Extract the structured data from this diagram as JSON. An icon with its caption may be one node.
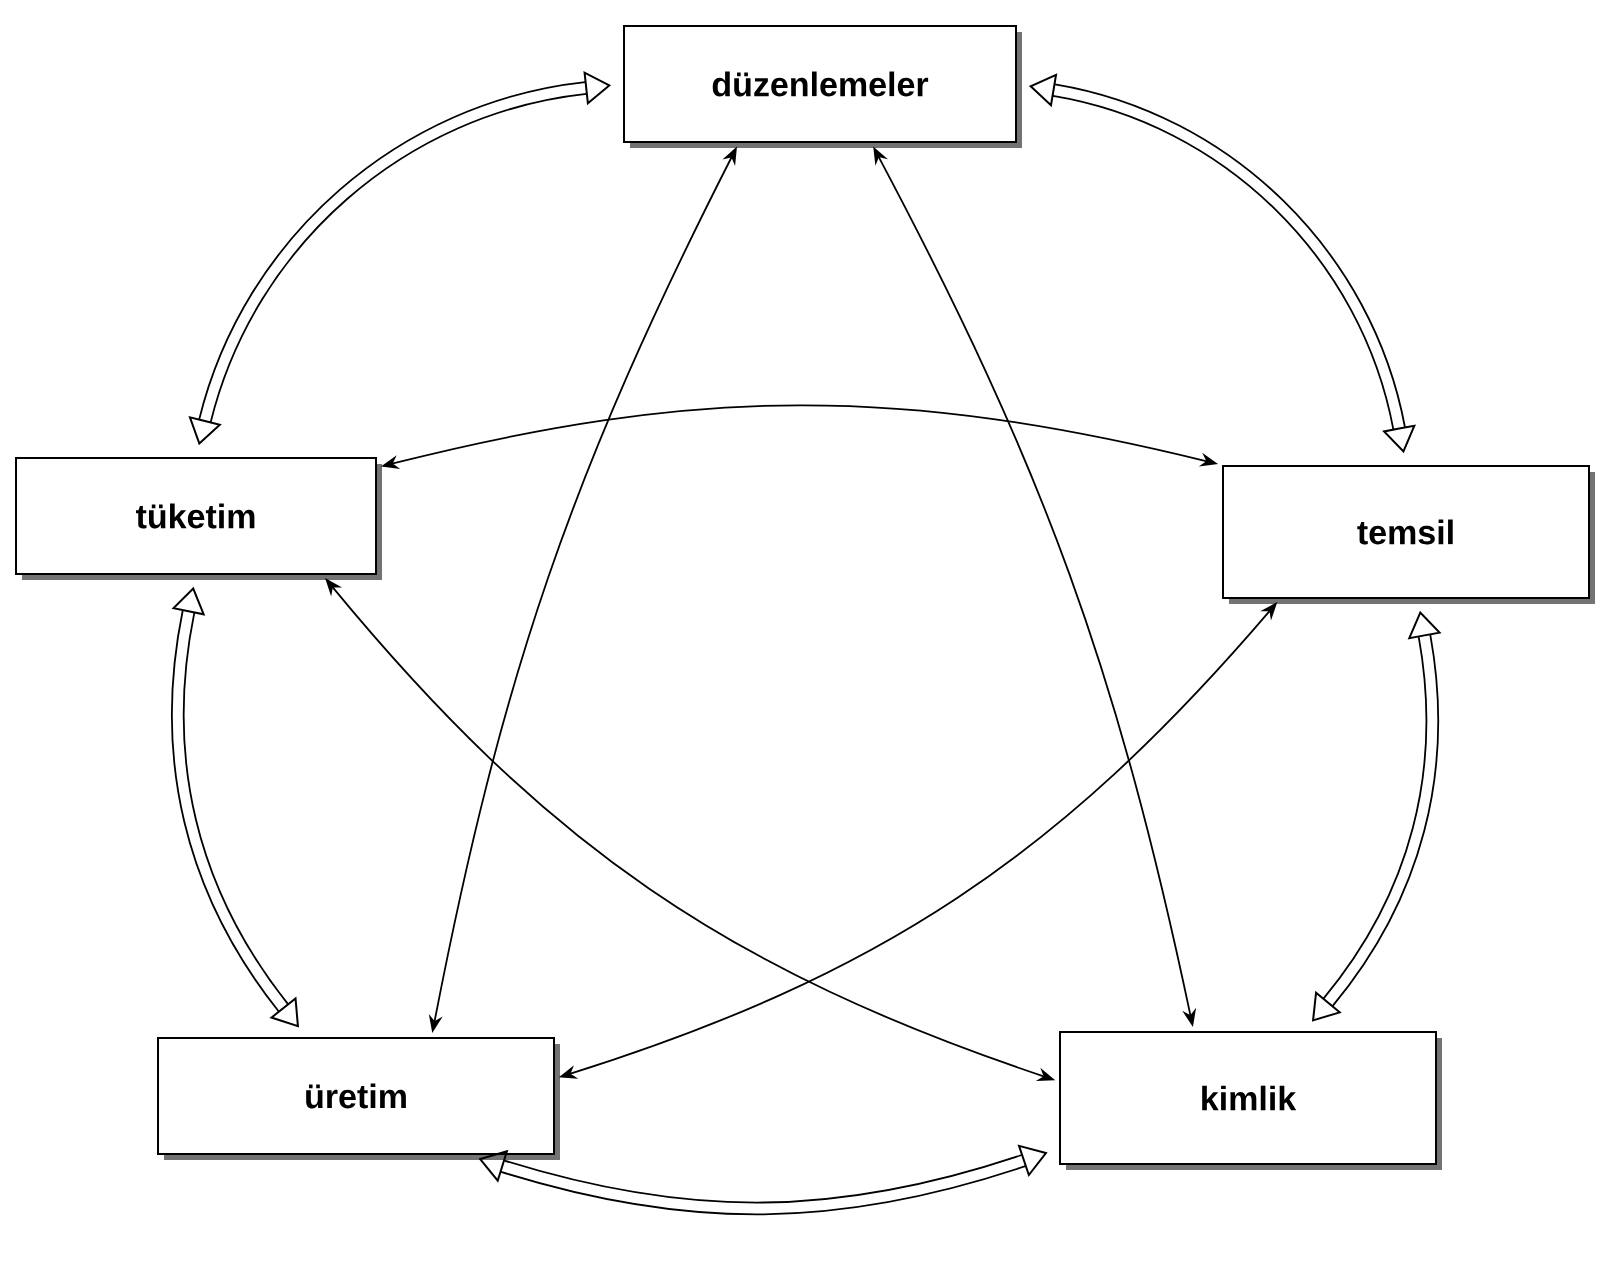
{
  "diagram": {
    "nodes": [
      {
        "text": [
          "düzenlemeler"
        ]
      },
      {
        "text": [
          "tüketim"
        ]
      },
      {
        "text": [
          "temsil"
        ]
      },
      {
        "text": [
          "üretim"
        ]
      },
      {
        "text": [
          "kimlik"
        ]
      }
    ],
    "edges": [
      {
        "from": 0,
        "to": 1,
        "arrow": "both",
        "style": "thick"
      },
      {
        "from": 0,
        "to": 2,
        "arrow": "both",
        "style": "thick"
      },
      {
        "from": 1,
        "to": 3,
        "arrow": "both",
        "style": "thick"
      },
      {
        "from": 2,
        "to": 4,
        "arrow": "both",
        "style": "thick"
      },
      {
        "from": 3,
        "to": 4,
        "arrow": "both",
        "style": "thick"
      },
      {
        "from": 0,
        "to": 3,
        "arrow": "both"
      },
      {
        "from": 0,
        "to": 4,
        "arrow": "both"
      },
      {
        "from": 1,
        "to": 2,
        "arrow": "both"
      },
      {
        "from": 1,
        "to": 4,
        "arrow": "both"
      },
      {
        "from": 2,
        "to": 3,
        "arrow": "both"
      }
    ]
  }
}
